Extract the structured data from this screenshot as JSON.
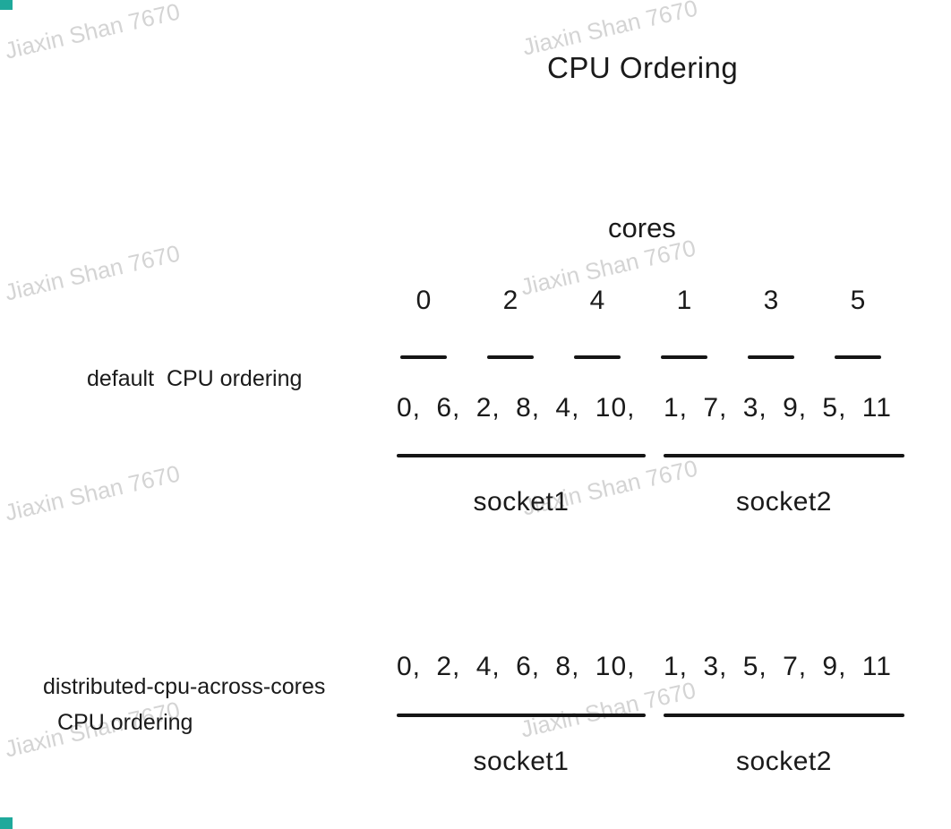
{
  "title": "CPU Ordering",
  "watermark_text": "Jiaxin Shan 7670",
  "colors": {
    "accent": "#1fa99b",
    "text": "#1a1a1a",
    "watermark": "#d4d4d4"
  },
  "cores": {
    "label": "cores",
    "numbers": [
      "0",
      "2",
      "4",
      "1",
      "3",
      "5"
    ]
  },
  "default_ordering": {
    "label": "default  CPU ordering",
    "socket1": {
      "cpus": "0, 6, 2, 8, 4, 10,",
      "label": "socket1"
    },
    "socket2": {
      "cpus": "1, 7, 3, 9, 5, 11",
      "label": "socket2"
    }
  },
  "distributed_ordering": {
    "label_line1": "distributed-cpu-across-cores",
    "label_line2": "CPU ordering",
    "socket1": {
      "cpus": "0, 2, 4, 6, 8, 10,",
      "label": "socket1"
    },
    "socket2": {
      "cpus": "1, 3, 5, 7, 9, 11",
      "label": "socket2"
    }
  }
}
